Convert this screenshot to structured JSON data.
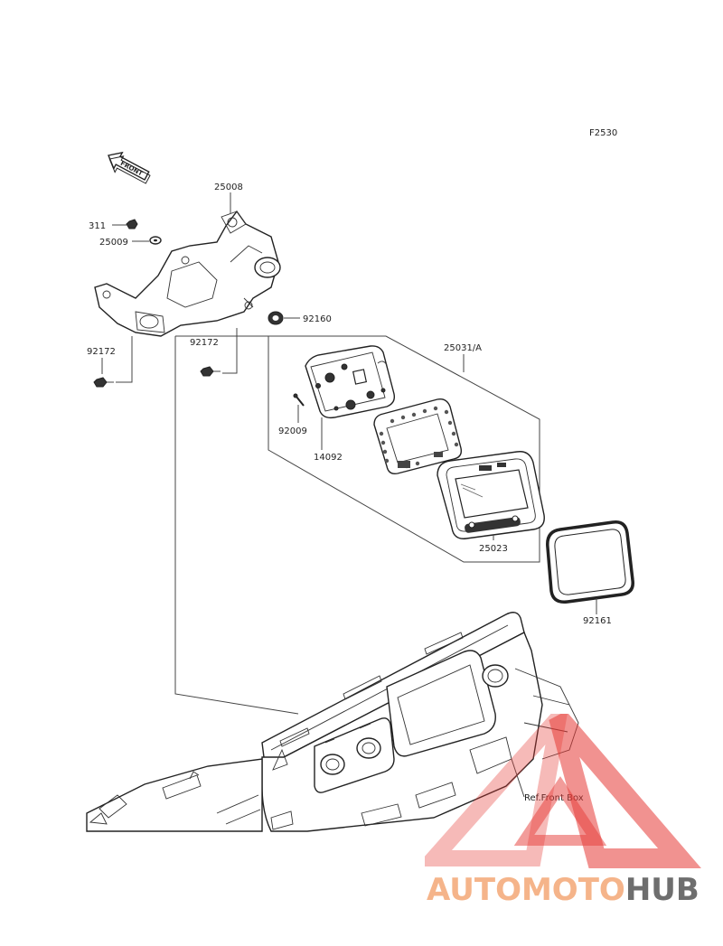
{
  "figure_code": "F2530",
  "front_arrow_label": "FRONT",
  "parts": {
    "p25008": "25008",
    "p311": "311",
    "p25009": "25009",
    "p92172_left": "92172",
    "p92172_mid": "92172",
    "p92160": "92160",
    "p25031a": "25031/A",
    "p92009": "92009",
    "p14092": "14092",
    "p25023": "25023",
    "p92161": "92161"
  },
  "reference_label": "Ref.Front Box",
  "watermark": {
    "word_part1": "AUTOMOTO",
    "word_part2": "HUB",
    "colors": {
      "part1": "#f5b48a",
      "part2": "#6e6e6e",
      "triangle": "#e53935"
    }
  }
}
